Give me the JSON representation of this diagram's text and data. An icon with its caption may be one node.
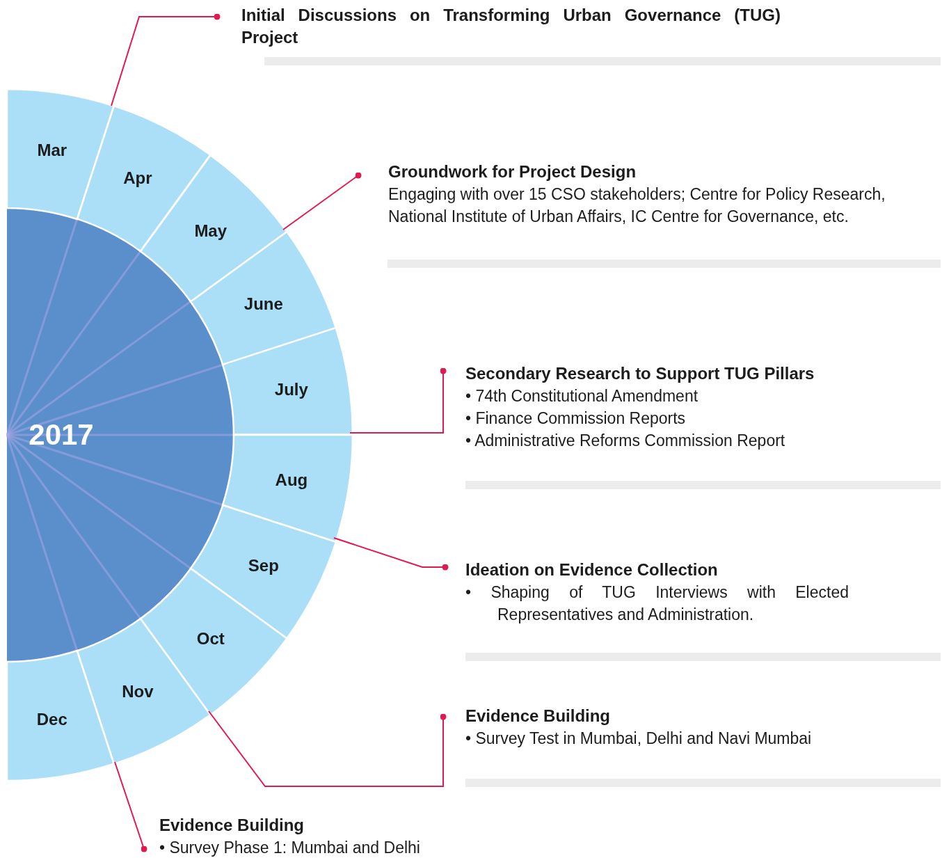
{
  "diagram": {
    "nodes": [
      {
        "text": [
          "2017"
        ]
      },
      {
        "text": [
          "Mar"
        ]
      },
      {
        "text": [
          "Apr"
        ]
      },
      {
        "text": [
          "May"
        ]
      },
      {
        "text": [
          "June"
        ]
      },
      {
        "text": [
          "July"
        ]
      },
      {
        "text": [
          "Aug"
        ]
      },
      {
        "text": [
          "Sep"
        ]
      },
      {
        "text": [
          "Oct"
        ]
      },
      {
        "text": [
          "Nov"
        ]
      },
      {
        "text": [
          "Dec"
        ]
      },
      {
        "text": [
          "Initial Discussions on Transforming Urban Governance (TUG) Project"
        ]
      },
      {
        "text": [
          "Groundwork for Project Design",
          "Engaging with over 15 CSO stakeholders; Centre for Policy Research, National Institute of Urban Affairs, IC Centre for Governance, etc."
        ]
      },
      {
        "text": [
          "Secondary Research to Support TUG Pillars",
          "• 74th Constitutional Amendment",
          "• Finance Commission Reports",
          "• Administrative Reforms Commission Report"
        ]
      },
      {
        "text": [
          "Ideation on Evidence Collection",
          "• Shaping of TUG Interviews with Elected Representatives and Administration."
        ]
      },
      {
        "text": [
          "Evidence Building",
          "• Survey Test in Mumbai, Delhi and Navi Mumbai"
        ]
      },
      {
        "text": [
          "Evidence Building",
          "• Survey Phase 1: Mumbai and Delhi"
        ]
      }
    ],
    "edges": [
      {
        "from": 11,
        "to": 1,
        "arrow": "other"
      },
      {
        "from": 12,
        "to": 3,
        "arrow": "other"
      },
      {
        "from": 13,
        "to": 5,
        "arrow": "other"
      },
      {
        "from": 14,
        "to": 6,
        "arrow": "other"
      },
      {
        "from": 15,
        "to": 9,
        "arrow": "other"
      },
      {
        "from": 16,
        "to": 10,
        "arrow": "other"
      }
    ]
  }
}
